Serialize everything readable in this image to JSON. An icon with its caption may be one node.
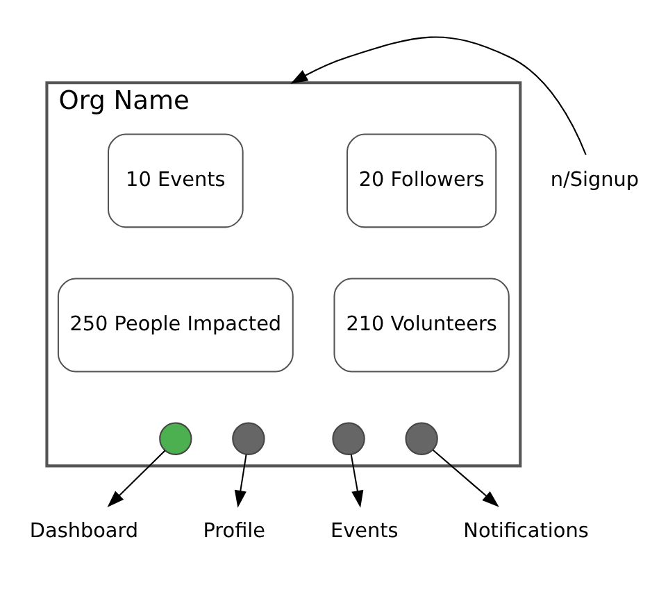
{
  "diagram": {
    "nodes": [
      {
        "text": [
          "Org Name"
        ]
      },
      {
        "text": [
          "10 Events"
        ],
        "in": 0
      },
      {
        "text": [
          "20 Followers"
        ],
        "in": 0
      },
      {
        "text": [
          "250 People Impacted"
        ],
        "in": 0
      },
      {
        "text": [
          "210 Volunteers"
        ],
        "in": 0
      },
      {
        "text": [],
        "shape": "circle",
        "in": 0
      },
      {
        "text": [],
        "shape": "circle",
        "in": 0
      },
      {
        "text": [],
        "shape": "circle",
        "in": 0
      },
      {
        "text": [],
        "shape": "circle",
        "in": 0
      },
      {
        "text": [
          "n/Signup"
        ]
      },
      {
        "text": [
          "Dashboard"
        ]
      },
      {
        "text": [
          "Profile"
        ]
      },
      {
        "text": [
          "Events"
        ]
      },
      {
        "text": [
          "Notifications"
        ]
      }
    ],
    "edges": [
      {
        "from": 9,
        "to": 0,
        "arrow": "to"
      },
      {
        "from": 5,
        "to": 10,
        "arrow": "to"
      },
      {
        "from": 6,
        "to": 11,
        "arrow": "to"
      },
      {
        "from": 7,
        "to": 12,
        "arrow": "to"
      },
      {
        "from": 8,
        "to": 13,
        "arrow": "to"
      }
    ]
  }
}
